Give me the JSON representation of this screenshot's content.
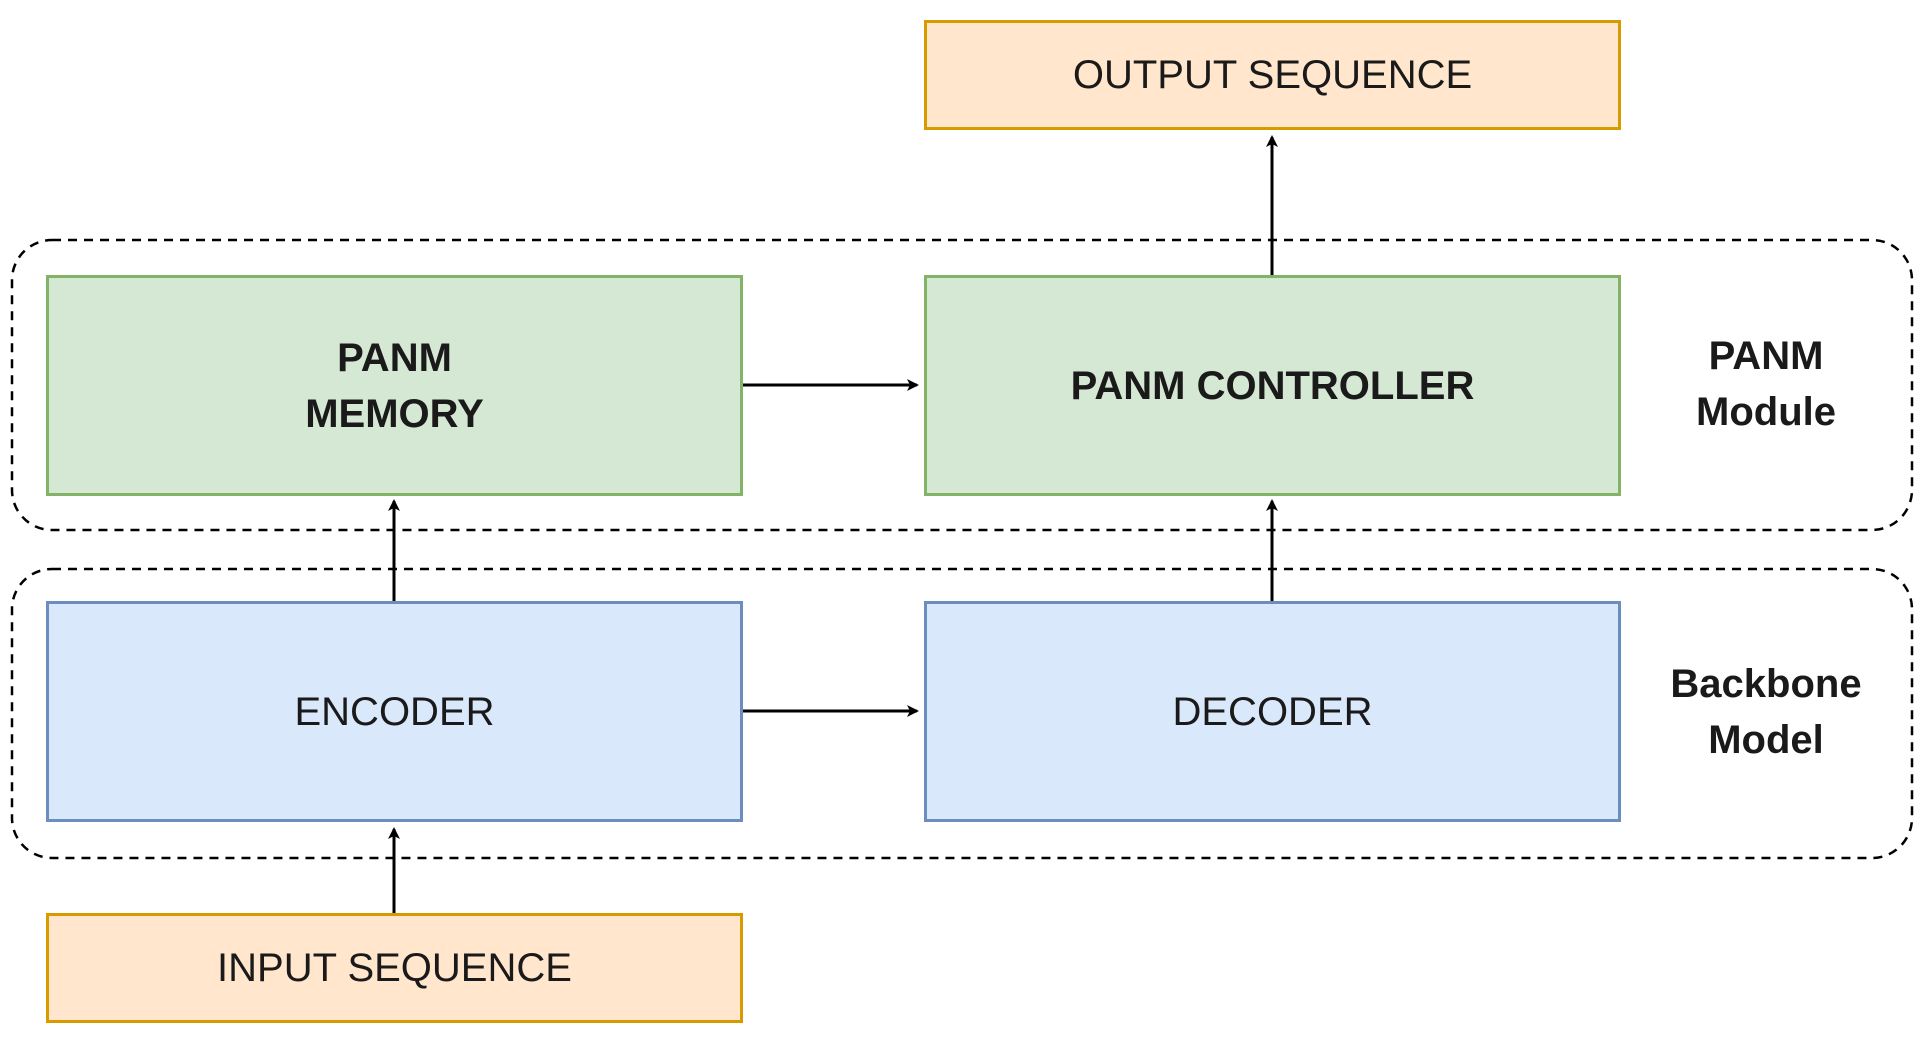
{
  "nodes": {
    "output_sequence": {
      "label": "OUTPUT SEQUENCE"
    },
    "panm_memory": {
      "line1": "PANM",
      "line2": "MEMORY"
    },
    "panm_controller": {
      "label": "PANM CONTROLLER"
    },
    "encoder": {
      "label": "ENCODER"
    },
    "decoder": {
      "label": "DECODER"
    },
    "input_sequence": {
      "label": "INPUT SEQUENCE"
    }
  },
  "groups": {
    "panm_module": {
      "line1": "PANM",
      "line2": "Module"
    },
    "backbone_model": {
      "line1": "Backbone",
      "line2": "Model"
    }
  },
  "colors": {
    "sequence_fill": "#ffe6cc",
    "sequence_border": "#d79b00",
    "panm_fill": "#d5e8d4",
    "panm_border": "#82b366",
    "backbone_fill": "#dae8fc",
    "backbone_border": "#6c8ebf",
    "arrow": "#000000",
    "group_border": "#000000"
  }
}
